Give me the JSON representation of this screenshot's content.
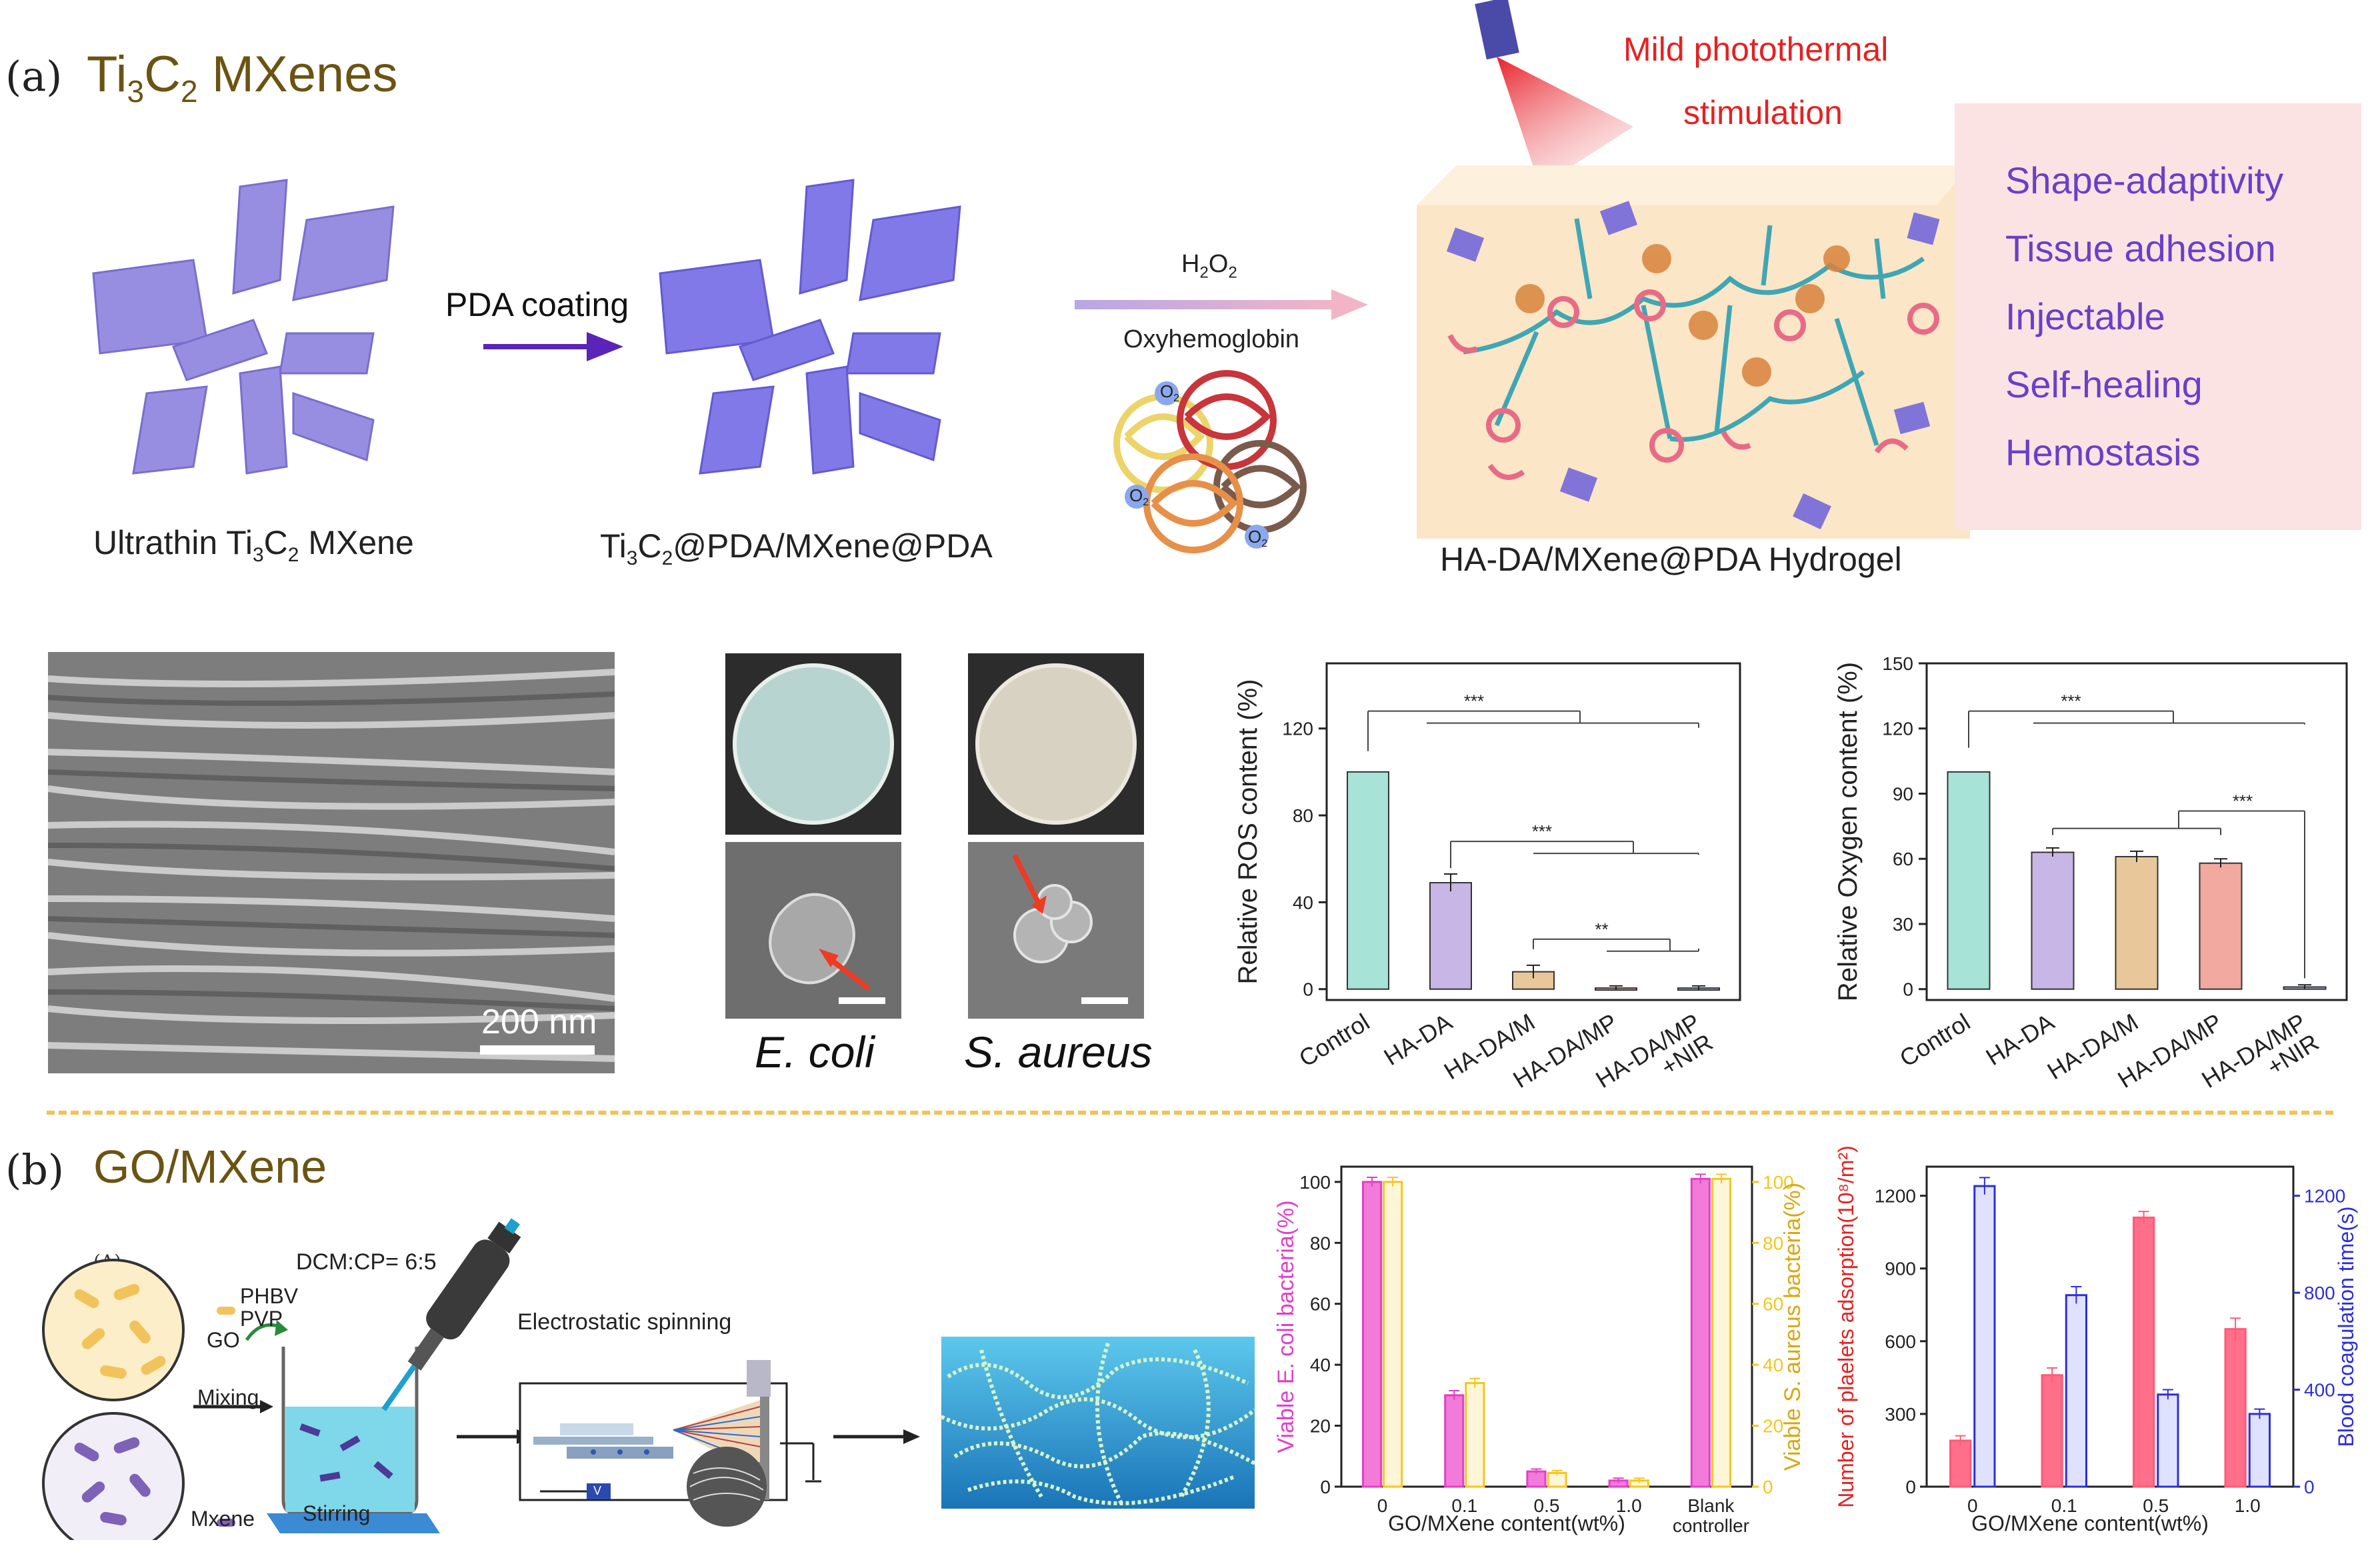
{
  "panel_a": {
    "label": "(a)",
    "title_main": "Ti",
    "title_sub1": "3",
    "title_mid": "C",
    "title_sub2": "2",
    "title_end": " MXenes",
    "stage1_label": "Ultrathin Ti",
    "stage1_sub1": "3",
    "stage1_mid": "C",
    "stage1_sub2": "2",
    "stage1_end": " MXene",
    "arrow1_label": "PDA coating",
    "stage2_label": "Ti",
    "stage2_sub1": "3",
    "stage2_mid": "C",
    "stage2_sub2": "2",
    "stage2_end": "@PDA/MXene@PDA",
    "arrow2_top": "H",
    "arrow2_top_sub": "2",
    "arrow2_top_end": "O",
    "arrow2_top_sub2": "2",
    "arrow2_bottom": "Oxyhemoglobin",
    "o2_label": "O",
    "o2_sub": "2",
    "laser_line1": "Mild photothermal",
    "laser_line2": "stimulation",
    "hydrogel_label": "HA-DA/MXene@PDA Hydrogel",
    "properties": [
      "Shape-adaptivity",
      "Tissue adhesion",
      "Injectable",
      "Self-healing",
      "Hemostasis"
    ],
    "sem_scale": "200 nm",
    "ecoli_label": "E. coli",
    "saureus_label": "S. aureus"
  },
  "panel_b": {
    "label": "(b)",
    "title": "GO/MXene",
    "subpanel": "(A)",
    "ratio": "DCM:CP= 6:5",
    "go": "GO",
    "phbv": "PHBV",
    "pvp": "PVP",
    "mixing": "Mixing",
    "mxene": "Mxene",
    "stirring": "Stirring",
    "spinning": "Electrostatic spinning",
    "v": "V"
  },
  "colors": {
    "olive": "#6b5312",
    "purple_text": "#6a3fc9",
    "red_text": "#e32222",
    "magenta": "#e040c8",
    "gold": "#f5c61d",
    "pink_bar": "#ff5a7a",
    "blue_bar": "#2d2fd9",
    "separator": "#f3c253"
  },
  "chart_data": [
    {
      "type": "bar",
      "ylabel": "Relative ROS content (%)",
      "categories": [
        "Control",
        "HA-DA",
        "HA-DA/M",
        "HA-DA/MP",
        "HA-DA/MP +NIR"
      ],
      "values": [
        100,
        49,
        8,
        0.5,
        0.5
      ],
      "errors": [
        0,
        4,
        3,
        1,
        1
      ],
      "ylim": [
        -5,
        150
      ],
      "yticks": [
        0,
        40,
        80,
        120
      ],
      "bar_colors": [
        "#a7e3d6",
        "#c7b6e6",
        "#e8c89a",
        "#f1a9a0",
        "#a7b6e8"
      ],
      "sig": [
        "***",
        "***",
        "**"
      ]
    },
    {
      "type": "bar",
      "ylabel": "Relative Oxygen content (%)",
      "categories": [
        "Control",
        "HA-DA",
        "HA-DA/M",
        "HA-DA/MP",
        "HA-DA/MP +NIR"
      ],
      "values": [
        100,
        63,
        61,
        58,
        1
      ],
      "errors": [
        0,
        2,
        2.5,
        2,
        1
      ],
      "ylim": [
        -5,
        150
      ],
      "yticks": [
        0,
        30,
        60,
        90,
        120,
        150
      ],
      "bar_colors": [
        "#a7e3d6",
        "#c7b6e6",
        "#e8c89a",
        "#f1a9a0",
        "#a7b6e8"
      ],
      "sig": [
        "***",
        "***"
      ]
    },
    {
      "type": "bar",
      "xlabel": "GO/MXene content(wt%)",
      "ylabel_left": "Viable E. coli bacteria(%)",
      "ylabel_right": "Viable S. aureus bacteria(%)",
      "categories": [
        "0",
        "0.1",
        "0.5",
        "1.0",
        "Blank controller"
      ],
      "series": [
        {
          "values": [
            100,
            30,
            5,
            2,
            101
          ],
          "errors": [
            1.5,
            1.5,
            0.8,
            0.8,
            1.5
          ],
          "color": "#e040c8"
        },
        {
          "values": [
            100,
            34,
            4.5,
            2,
            101
          ],
          "errors": [
            1.5,
            1.5,
            0.8,
            0.8,
            1.5
          ],
          "color": "#f5c61d"
        }
      ],
      "ylim": [
        0,
        105
      ],
      "yticks": [
        0,
        20,
        40,
        60,
        80,
        100
      ]
    },
    {
      "type": "bar",
      "xlabel": "GO/MXene content(wt%)",
      "ylabel_left": "Number of plaelets adsorption(10⁸/m²)",
      "ylabel_right": "Blood coagulation time(s)",
      "categories": [
        "0",
        "0.1",
        "0.5",
        "1.0"
      ],
      "series": [
        {
          "values": [
            190,
            460,
            1110,
            650
          ],
          "errors": [
            20,
            30,
            25,
            45
          ],
          "color": "#ff5a7a",
          "axis": "left"
        },
        {
          "values": [
            1240,
            790,
            380,
            300
          ],
          "errors": [
            35,
            35,
            20,
            20
          ],
          "color": "#2d2fd9",
          "axis": "right"
        }
      ],
      "ylim_left": [
        0,
        1320
      ],
      "yticks_left": [
        0,
        300,
        600,
        900,
        1200
      ],
      "ylim_right": [
        0,
        1320
      ],
      "yticks_right": [
        0,
        400,
        800,
        1200
      ]
    }
  ]
}
